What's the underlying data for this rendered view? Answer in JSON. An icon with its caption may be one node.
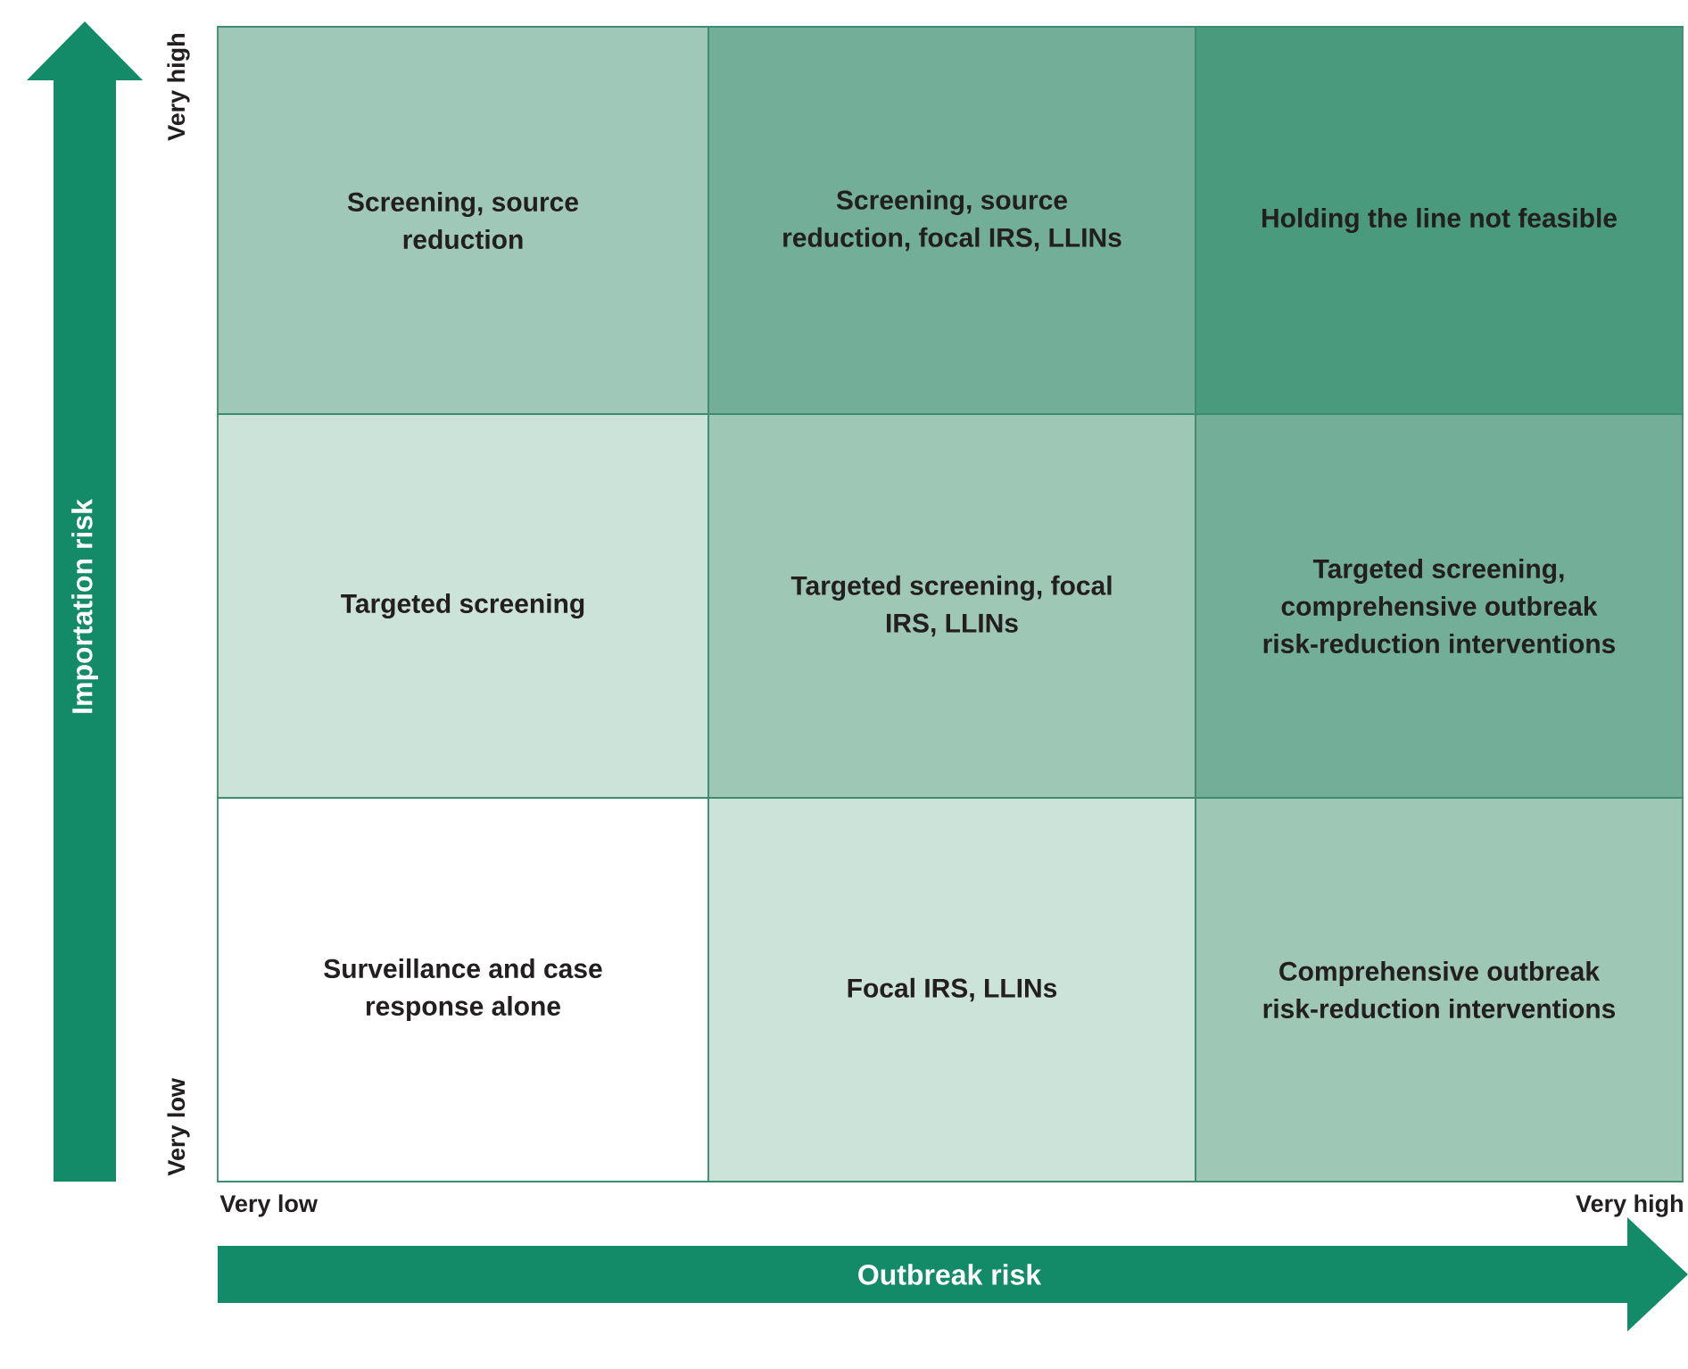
{
  "diagram": {
    "nodes": [
      {
        "text": [
          "Screening, source reduction"
        ]
      },
      {
        "text": [
          "Screening, source reduction, focal IRS, LLINs"
        ]
      },
      {
        "text": [
          "Holding the line not feasible"
        ]
      },
      {
        "text": [
          "Targeted screening"
        ]
      },
      {
        "text": [
          "Targeted screening, focal IRS, LLINs"
        ]
      },
      {
        "text": [
          "Targeted screening, comprehensive outbreak risk-reduction interventions"
        ]
      },
      {
        "text": [
          "Surveillance and case response alone"
        ]
      },
      {
        "text": [
          "Focal IRS, LLINs"
        ]
      },
      {
        "text": [
          "Comprehensive outbreak risk-reduction interventions"
        ]
      },
      {
        "text": [
          "Importation risk"
        ]
      },
      {
        "text": [
          "Outbreak risk"
        ]
      }
    ],
    "labels": [
      "Very high",
      "Very low",
      "Very low",
      "Very high"
    ]
  }
}
